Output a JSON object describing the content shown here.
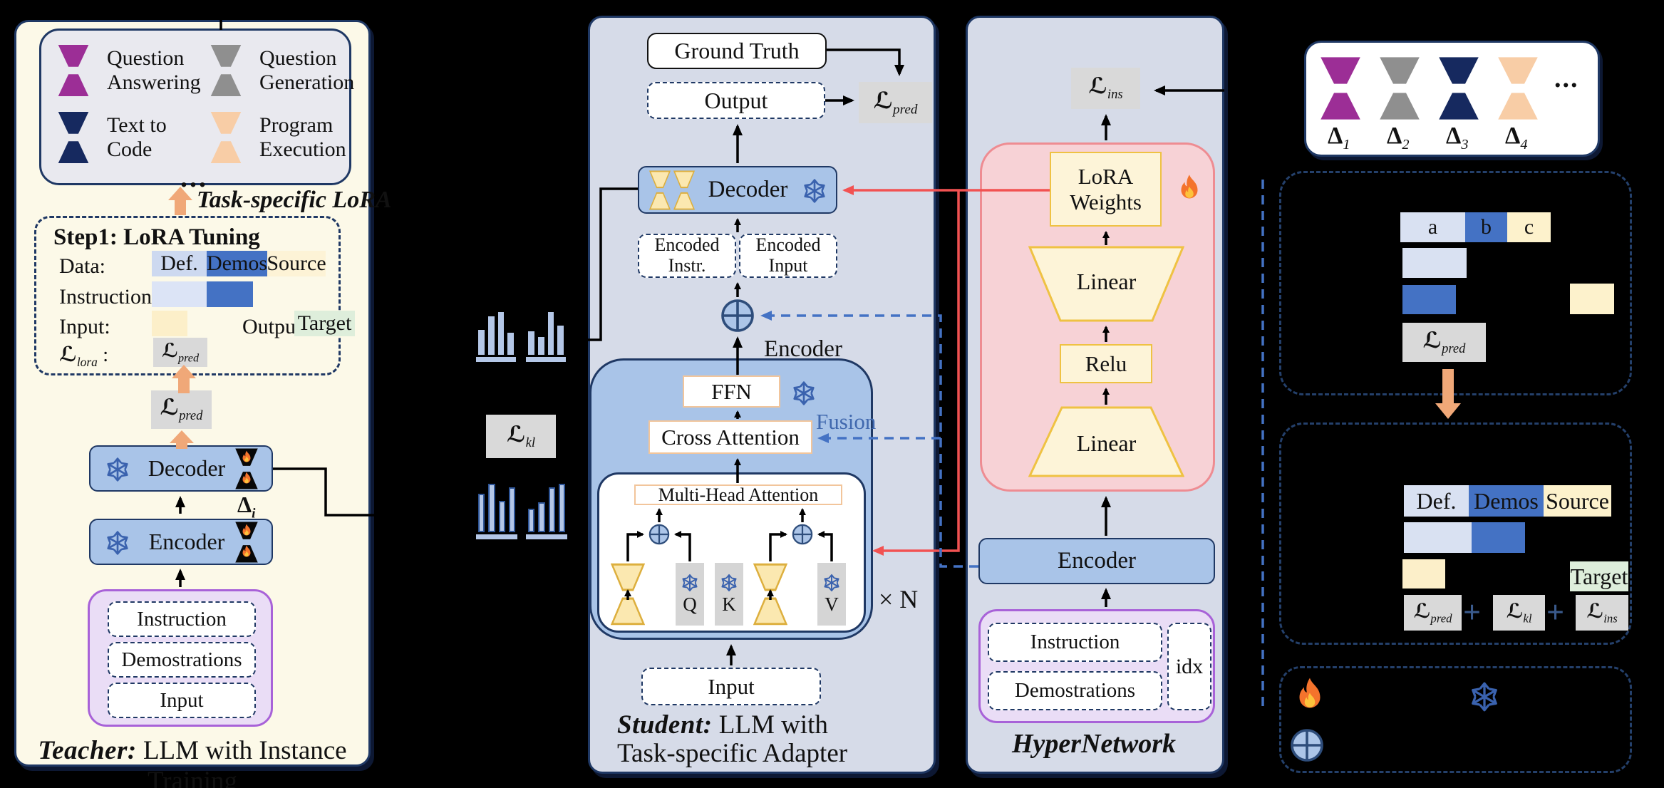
{
  "colors": {
    "task_purple": "#9C2E96",
    "task_gray": "#8F8F8F",
    "task_navy": "#16295F",
    "task_peach": "#F8CDA6",
    "adapter_yellow": "#FBE8B0",
    "adapter_yellow_border": "#DDAF3E",
    "lora_black": "#070707",
    "bar_blue": "#B4C7E7",
    "accent_blue": "#4472C4",
    "lavender": "#CDD9F0",
    "lavender_light": "#DCE4F6",
    "cream": "#FCEFC9",
    "green": "#DEEEDB",
    "loss_gray": "#D9D9D9",
    "red_line": "#F25252",
    "orange_arrow": "#F0A878"
  },
  "losses": {
    "pred": {
      "sym": "ℒ",
      "sub": "pred"
    },
    "kl": {
      "sym": "ℒ",
      "sub": "kl"
    },
    "ins": {
      "sym": "ℒ",
      "sub": "ins"
    },
    "lora": {
      "sym": "ℒ",
      "sub": "lora"
    },
    "colon": ":"
  },
  "teacher": {
    "legend": {
      "items": [
        {
          "line1": "Question",
          "line2": "Answering",
          "color": "#9C2E96"
        },
        {
          "line1": "Question",
          "line2": "Generation",
          "color": "#8F8F8F"
        },
        {
          "line1": "Text to",
          "line2": "Code",
          "color": "#16295F"
        },
        {
          "line1": "Program",
          "line2": "Execution",
          "color": "#F8CDA6"
        }
      ],
      "ellipsis": "..."
    },
    "task_lora_label": "Task-specific LoRA",
    "step1": {
      "title": "Step1: LoRA Tuning",
      "data_label": "Data:",
      "instruction_label": "Instruction:",
      "input_label": "Input:",
      "output_label": "Output:",
      "def": "Def.",
      "demos": "Demos",
      "source": "Source",
      "target": "Target"
    },
    "decoder": "Decoder",
    "encoder": "Encoder",
    "delta_i": {
      "sym": "Δ",
      "sub": "i"
    },
    "inputs": [
      "Instruction",
      "Demostrations",
      "Input"
    ],
    "title_bold": "Teacher:",
    "title_rest": " LLM with Instance Training"
  },
  "mid": {
    "bars": {
      "top_left": [
        0.58,
        0.9,
        1.0,
        0.52
      ],
      "top_right": [
        0.55,
        0.42,
        1.0,
        0.68
      ],
      "bottom_left": [
        0.78,
        1.0,
        0.62,
        0.92
      ],
      "bottom_right": [
        0.45,
        0.6,
        0.92,
        1.0
      ]
    }
  },
  "student": {
    "ground_truth": "Ground Truth",
    "output": "Output",
    "decoder": "Decoder",
    "encoded_instr": {
      "line1": "Encoded",
      "line2": "Instr."
    },
    "encoded_input": {
      "line1": "Encoded",
      "line2": "Input"
    },
    "encoder_label": "Encoder",
    "ffn": "FFN",
    "cross_attention": "Cross Attention",
    "fusion": "Fusion",
    "mha": "Multi-Head Attention",
    "q": "Q",
    "k": "K",
    "v": "V",
    "times_n": "× N",
    "input": "Input",
    "title_bold": "Student:",
    "title_rest": " LLM with Task-specific Adapter"
  },
  "hyper": {
    "lora_weights": {
      "line1": "LoRA",
      "line2": "Weights"
    },
    "linear_top": "Linear",
    "relu": "Relu",
    "linear_bottom": "Linear",
    "encoder": "Encoder",
    "inputs": [
      "Instruction",
      "Demostrations"
    ],
    "idx": "idx",
    "title": "HyperNetwork"
  },
  "right": {
    "deltas": [
      {
        "sym": "Δ",
        "sub": "1",
        "color": "#9C2E96"
      },
      {
        "sym": "Δ",
        "sub": "2",
        "color": "#8F8F8F"
      },
      {
        "sym": "Δ",
        "sub": "3",
        "color": "#16295F"
      },
      {
        "sym": "Δ",
        "sub": "4",
        "color": "#F8CDA6"
      }
    ],
    "ellipsis": "...",
    "abc": [
      "a",
      "b",
      "c"
    ],
    "def": "Def.",
    "demos": "Demos",
    "source": "Source",
    "target": "Target",
    "plus": "+"
  }
}
